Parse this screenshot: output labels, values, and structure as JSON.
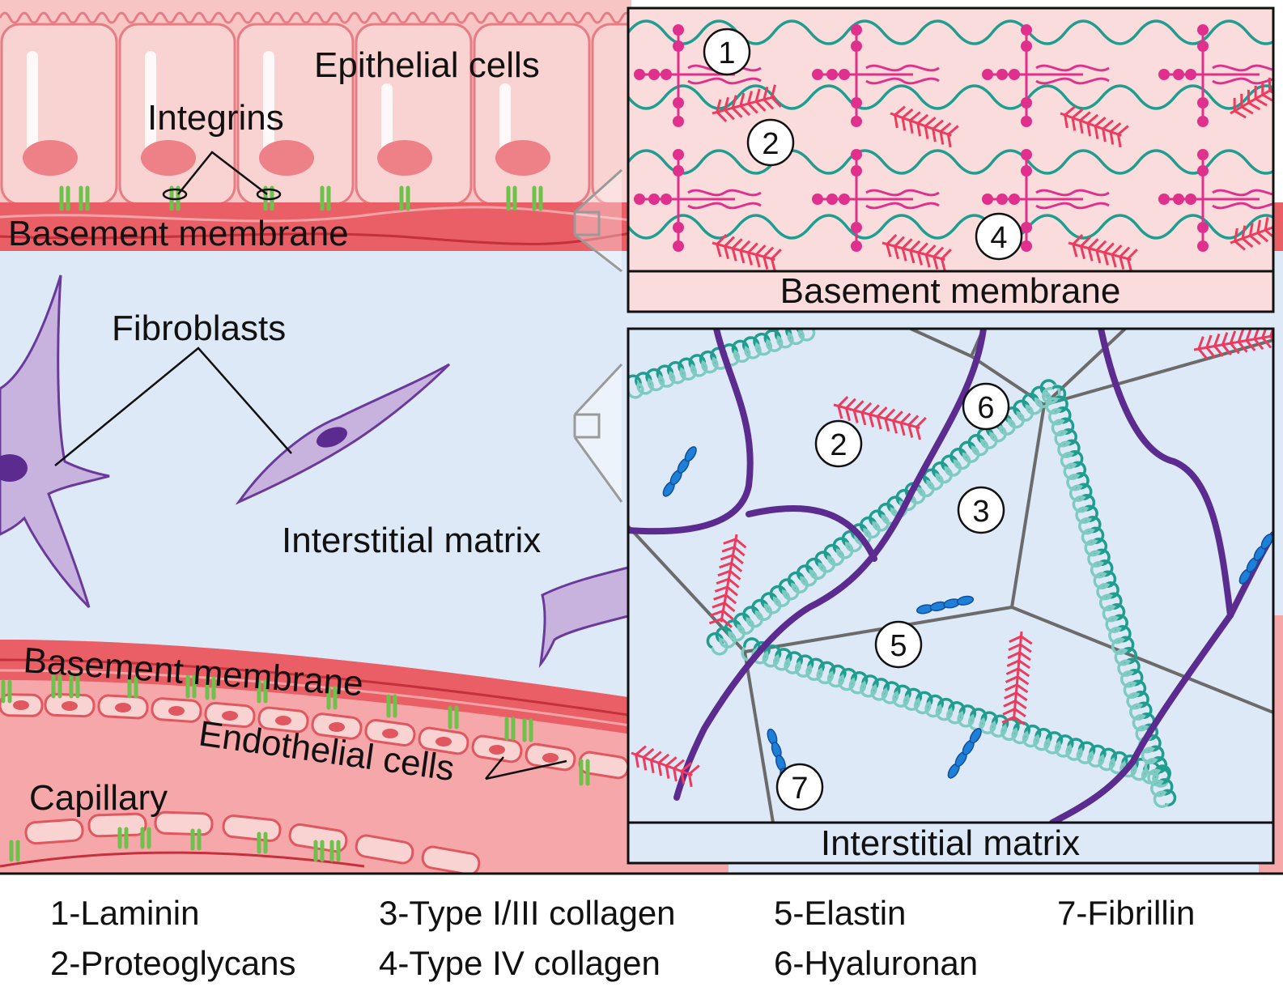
{
  "labels": {
    "epithelial_cells": "Epithelial cells",
    "integrins": "Integrins",
    "basement_membrane_top": "Basement membrane",
    "fibroblasts": "Fibroblasts",
    "interstitial_matrix": "Interstitial matrix",
    "basement_membrane_lower": "Basement membrane",
    "endothelial_cells": "Endothelial cells",
    "capillary": "Capillary"
  },
  "inset_basement": {
    "caption": "Basement membrane",
    "markers": [
      "1",
      "2",
      "4"
    ]
  },
  "inset_interstitial": {
    "caption": "Interstitial matrix",
    "markers": [
      "6",
      "2",
      "3",
      "5",
      "7"
    ]
  },
  "legend": [
    {
      "text": "1-Laminin"
    },
    {
      "text": "2-Proteoglycans"
    },
    {
      "text": "3-Type I/III collagen"
    },
    {
      "text": "4-Type IV collagen"
    },
    {
      "text": "5-Elastin"
    },
    {
      "text": "6-Hyaluronan"
    },
    {
      "text": "7-Fibrillin"
    }
  ],
  "colors": {
    "epithelium": "#f7c6c4",
    "membrane": "#e8555f",
    "interstitium": "#dde9f7",
    "fibroblast": "#c7b3dd",
    "laminin": "#e0308d",
    "collagen_iv": "#1f9e90",
    "proteoglycan": "#ee3a5d",
    "elastin": "#5b2b8f",
    "fibrillin": "#1e7fd8",
    "hyaluronan": "#666666"
  }
}
